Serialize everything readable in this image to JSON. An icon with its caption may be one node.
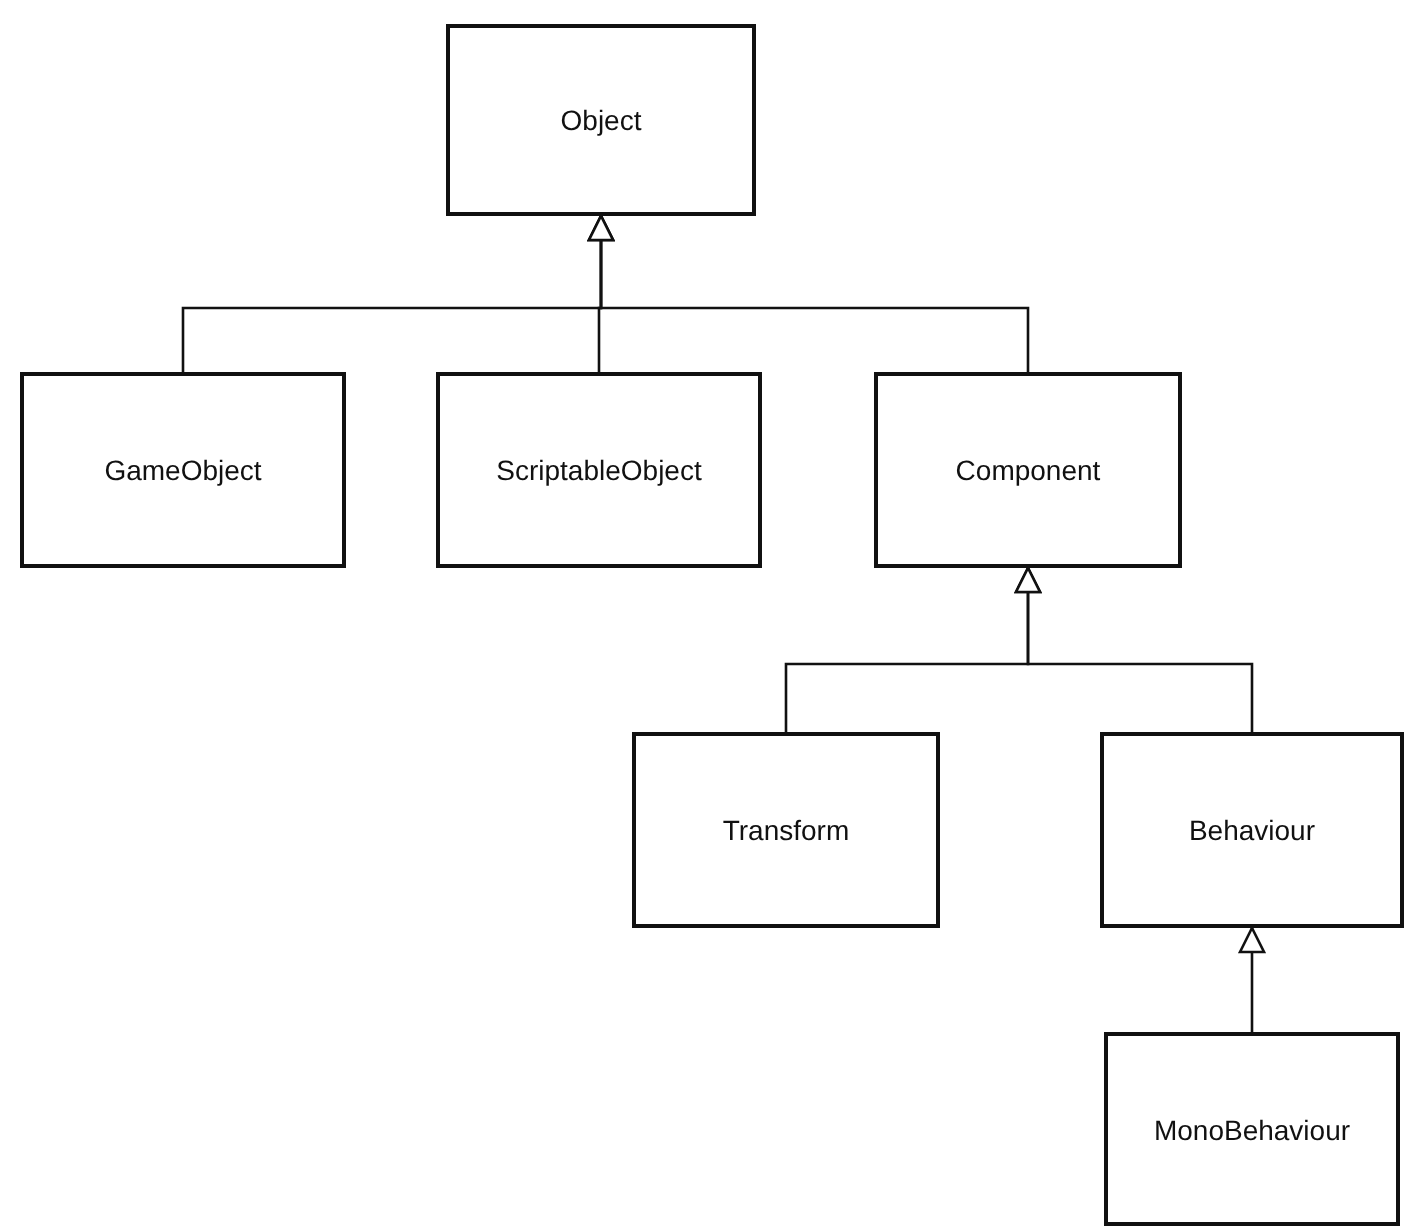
{
  "diagram": {
    "nodes": [
      {
        "text": [
          "Object"
        ]
      },
      {
        "text": [
          "GameObject"
        ]
      },
      {
        "text": [
          "ScriptableObject"
        ]
      },
      {
        "text": [
          "Component"
        ]
      },
      {
        "text": [
          "Transform"
        ]
      },
      {
        "text": [
          "Behaviour"
        ]
      },
      {
        "text": [
          "MonoBehaviour"
        ]
      }
    ],
    "edges": [
      {
        "from": 1,
        "to": 0,
        "arrow": "to"
      },
      {
        "from": 2,
        "to": 0,
        "arrow": "to"
      },
      {
        "from": 3,
        "to": 0,
        "arrow": "to"
      },
      {
        "from": 4,
        "to": 3,
        "arrow": "to"
      },
      {
        "from": 5,
        "to": 3,
        "arrow": "to"
      },
      {
        "from": 6,
        "to": 5,
        "arrow": "to"
      }
    ]
  }
}
